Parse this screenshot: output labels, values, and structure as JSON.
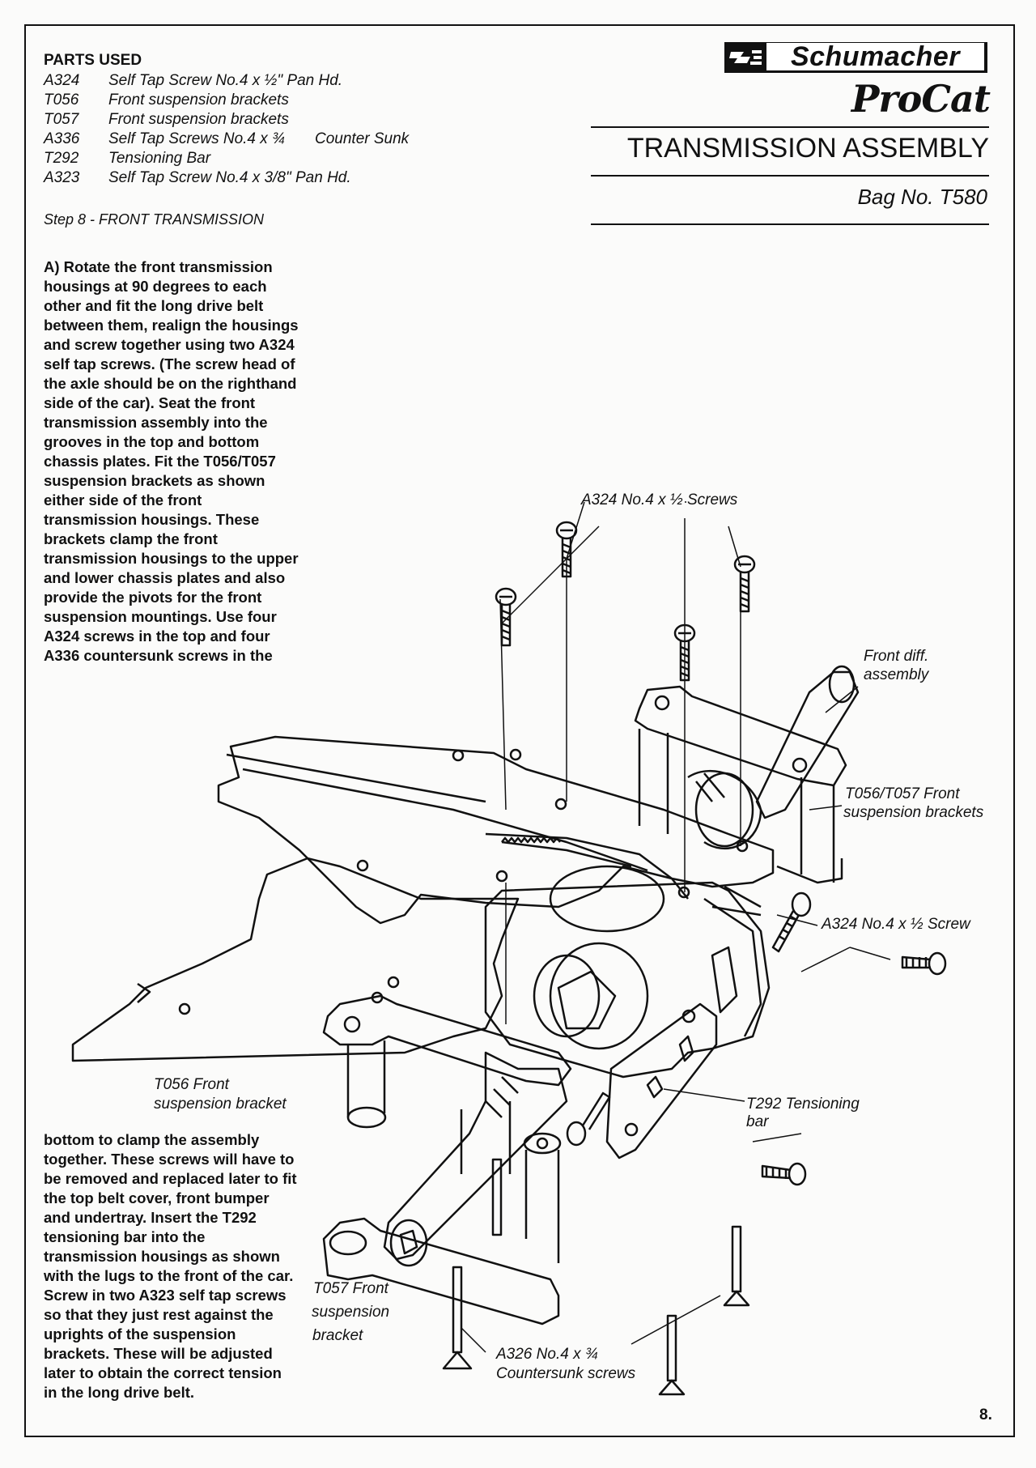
{
  "header": {
    "brand": "Schumacher",
    "logo": "ProCat",
    "title": "TRANSMISSION ASSEMBLY",
    "bag": "Bag No. T580"
  },
  "parts_used": {
    "heading": "PARTS USED",
    "items": [
      {
        "code": "A324",
        "desc": "Self Tap Screw No.4 x ½\" Pan Hd.",
        "extra": ""
      },
      {
        "code": "T056",
        "desc": "Front suspension brackets",
        "extra": ""
      },
      {
        "code": "T057",
        "desc": "Front suspension brackets",
        "extra": ""
      },
      {
        "code": "A336",
        "desc": "Self Tap Screws No.4 x ¾",
        "extra": "Counter Sunk"
      },
      {
        "code": "T292",
        "desc": "Tensioning Bar",
        "extra": ""
      },
      {
        "code": "A323",
        "desc": "Self Tap Screw No.4 x 3/8\" Pan Hd.",
        "extra": ""
      }
    ]
  },
  "step": "Step 8 - FRONT TRANSMISSION",
  "instructions": {
    "part_a": "A) Rotate the front transmission housings at 90 degrees to each other and fit the long drive belt between them, realign the housings and screw together using two A324 self tap screws. (The screw head of the axle should be on the righthand side of the car). Seat the front transmission assembly into the grooves in the top and bottom chassis plates. Fit the T056/T057 suspension brackets as shown either side of the front transmission housings. These brackets clamp the front transmission housings to the upper and lower chassis plates and also provide the pivots for the front suspension mountings. Use four A324 screws in the top and four A336 countersunk screws in the",
    "part_b": "bottom to clamp the assembly together. These screws will have to be removed and replaced later to fit the top belt cover, front bumper and undertray. Insert the T292 tensioning bar into the transmission housings as shown with the lugs to the front of the car. Screw in two A323 self tap screws so that they just rest against the uprights of the suspension brackets. These will be adjusted later to obtain the correct tension in the long drive belt."
  },
  "diagram_labels": {
    "screws_top": "A324 No.4 x ½ Screws",
    "front_diff_1": "Front diff.",
    "front_diff_2": "assembly",
    "t056_t057_1": "T056/T057 Front",
    "t056_t057_2": "suspension brackets",
    "a324_screw": "A324 No.4 x ½ Screw",
    "t292_1": "T292 Tensioning",
    "t292_2": "bar",
    "t056_1": "T056 Front",
    "t056_2": "suspension bracket",
    "t057_1": "T057 Front",
    "t057_2": "suspension",
    "t057_3": "bracket",
    "a326_1": "A326 No.4 x ¾",
    "a326_2": "Countersunk screws"
  },
  "page_number": "8."
}
